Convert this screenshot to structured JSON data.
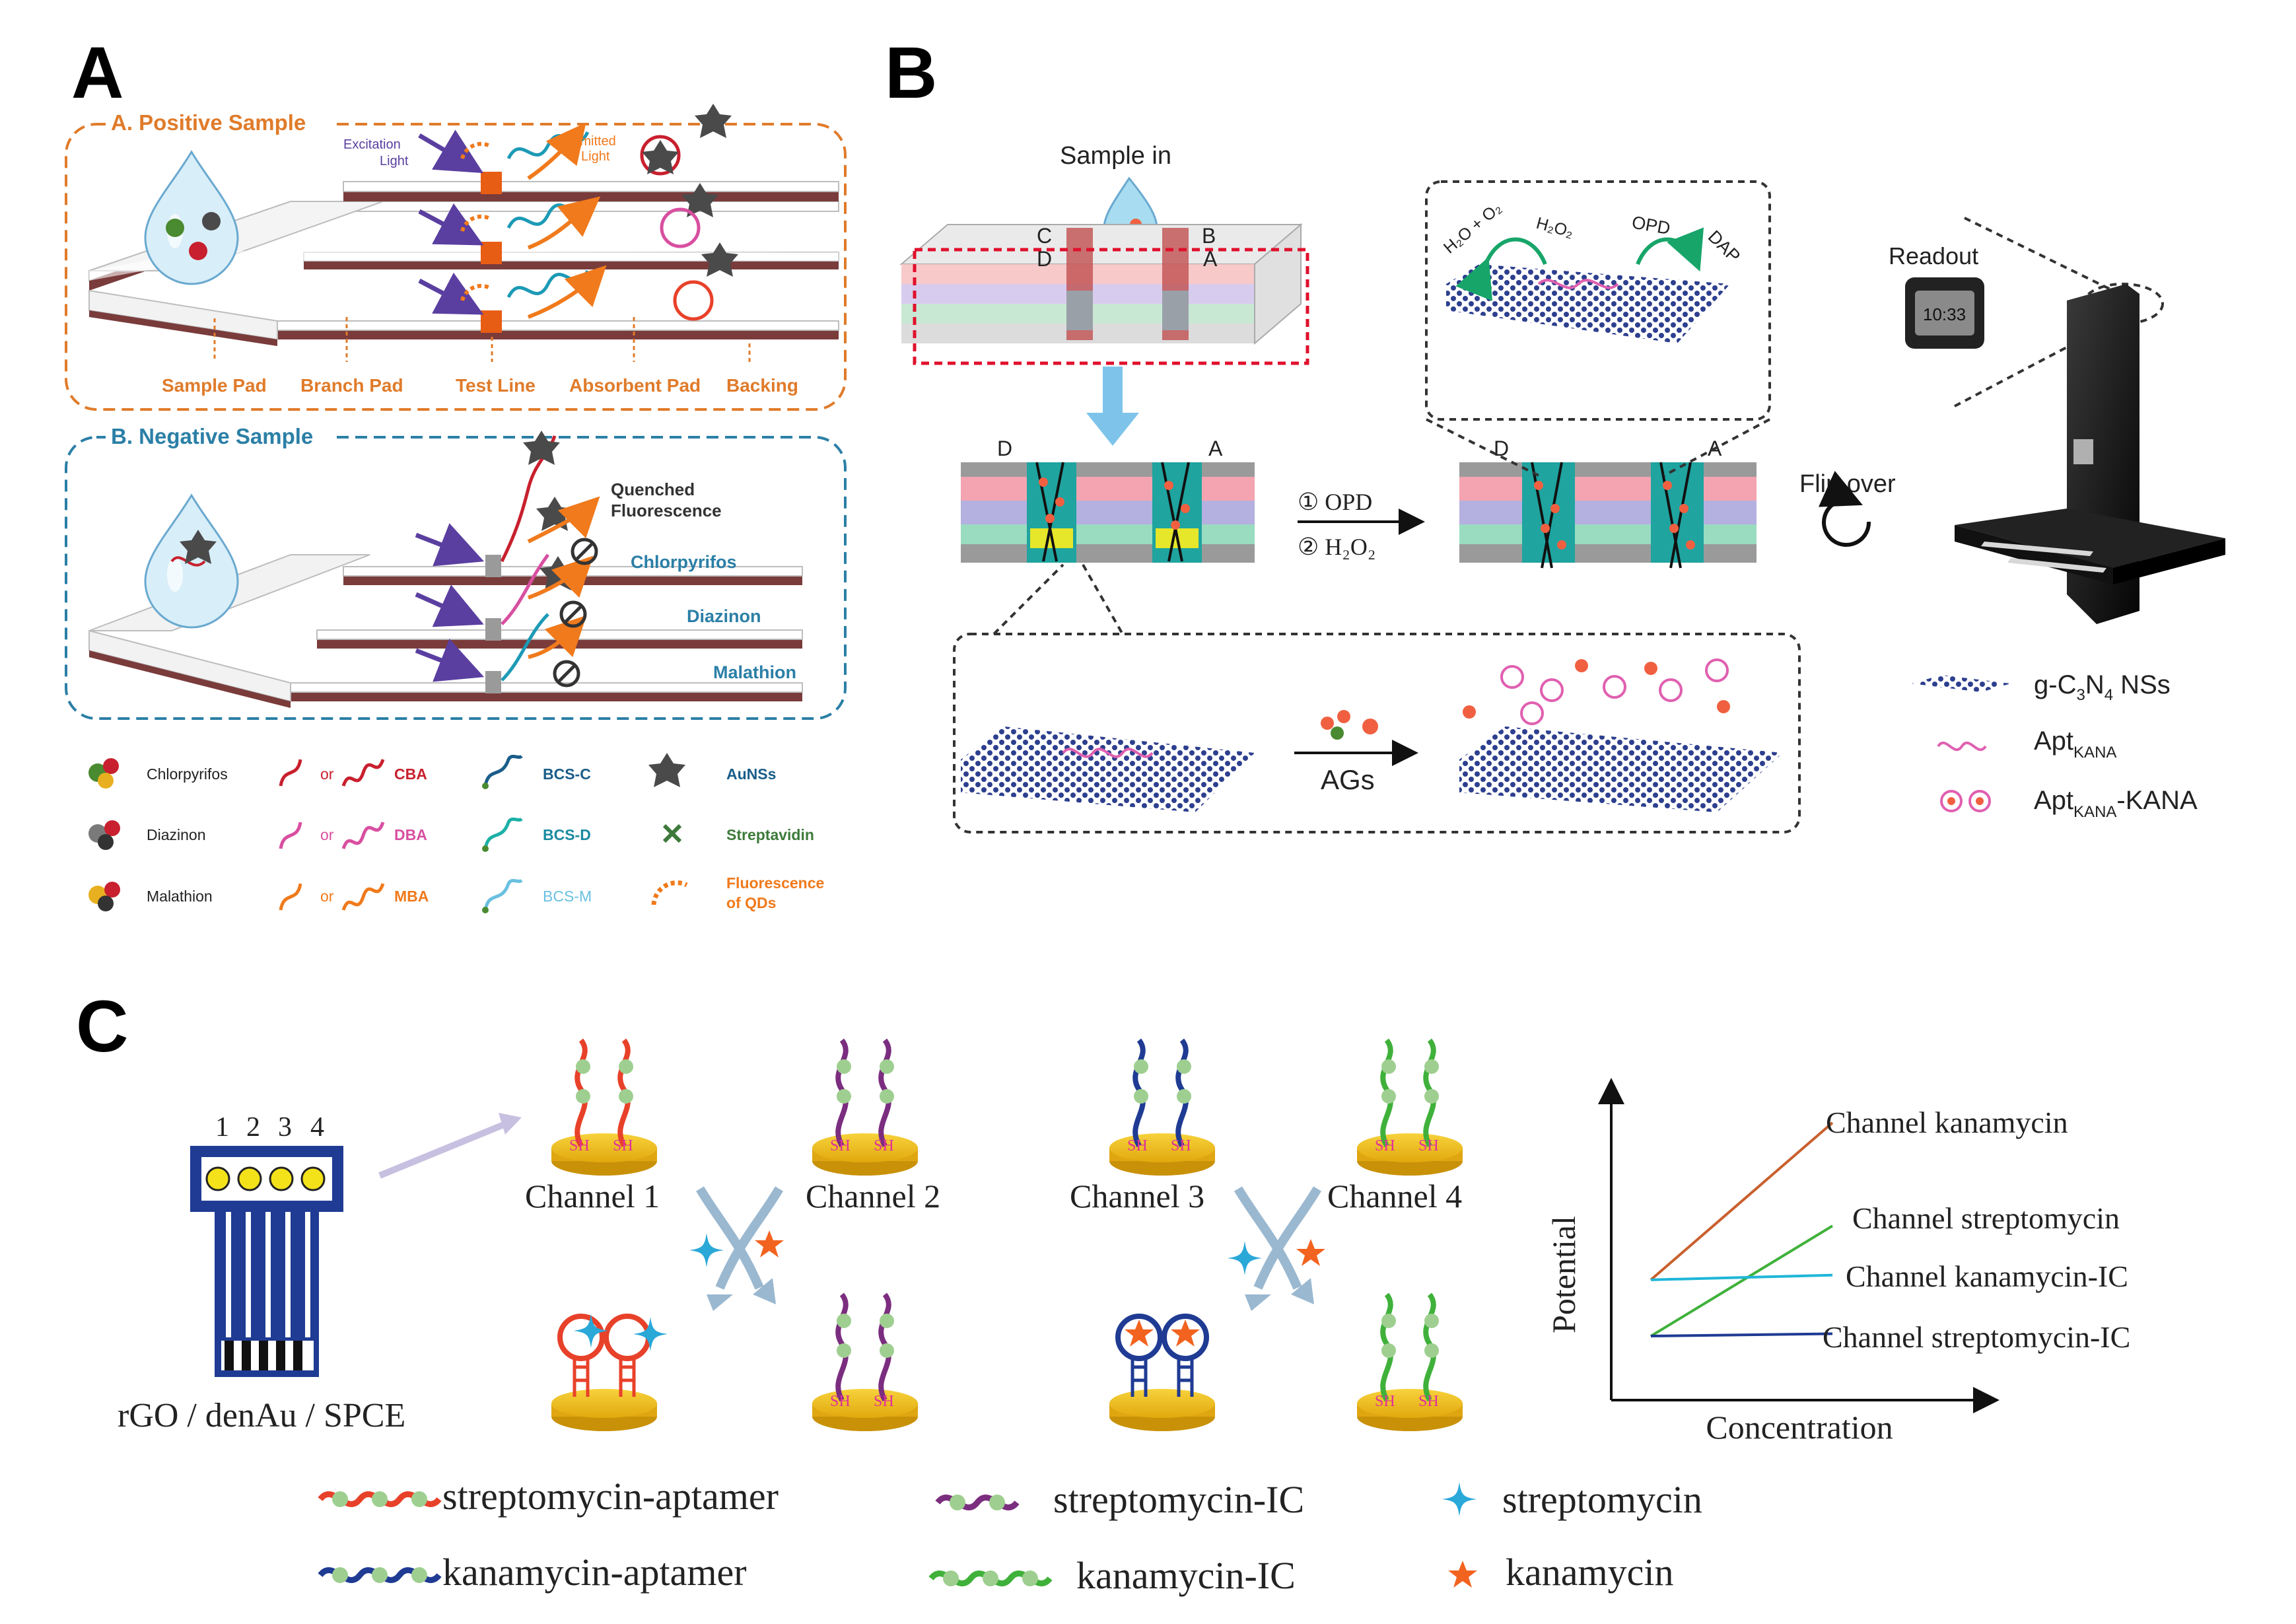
{
  "panel_letters": {
    "a": "A",
    "b": "B",
    "c": "C"
  },
  "panel_a": {
    "positive_title": "A. Positive Sample",
    "negative_title": "B. Negative Sample",
    "excitation_line1": "Excitation",
    "excitation_line2": "Light",
    "emitted_line1": "Emitted",
    "emitted_line2": "Light",
    "quenched_line1": "Quenched",
    "quenched_line2": "Fluorescence",
    "strip_labels": [
      "Sample Pad",
      "Branch Pad",
      "Test Line",
      "Absorbent Pad",
      "Backing"
    ],
    "lane_labels": [
      "Chlorpyrifos",
      "Diazinon",
      "Malathion"
    ],
    "legend": [
      {
        "label": "Chlorpyrifos"
      },
      {
        "label": "CBA",
        "or": "or"
      },
      {
        "label": "BCS-C"
      },
      {
        "label": "AuNSs"
      },
      {
        "label": "Diazinon"
      },
      {
        "label": "DBA",
        "or": "or"
      },
      {
        "label": "BCS-D"
      },
      {
        "label": "Streptavidin"
      },
      {
        "label": "Malathion"
      },
      {
        "label": "MBA",
        "or": "or"
      },
      {
        "label": "BCS-M"
      },
      {
        "label": "Fluorescence",
        "label2": "of QDs"
      }
    ],
    "colors": {
      "positive": "#e07b2a",
      "negative": "#2b7fa6",
      "strip": "#ffffff",
      "backing": "#7a3b3b"
    }
  },
  "panel_b": {
    "sample_in": "Sample in",
    "corner_letters": {
      "c": "C",
      "b": "B",
      "d": "D",
      "a": "A"
    },
    "step1": "① OPD",
    "step2": "② H₂O₂",
    "flip_over": "Flip over",
    "readout": "Readout",
    "readout_display": "10:33",
    "zoom_labels": {
      "h2o_o2": "H₂O + O₂",
      "h2o2": "H₂O₂",
      "opd": "OPD",
      "dap": "DAP"
    },
    "ags": "AGs",
    "legend": {
      "nss_main": "g-C",
      "nss_sub1": "3",
      "nss_mid": "N",
      "nss_sub2": "4",
      "nss_tail": " NSs",
      "apt_main": "Apt",
      "apt_sub": "KANA",
      "aptk_main": "Apt",
      "aptk_sub": "KANA",
      "aptk_tail": "-KANA"
    }
  },
  "panel_c": {
    "electrode_numbers": [
      "1",
      "2",
      "3",
      "4"
    ],
    "electrode_label": "rGO / denAu / SPCE",
    "channels": [
      "Channel 1",
      "Channel 2",
      "Channel 3",
      "Channel 4"
    ],
    "sh": "SH",
    "chart": {
      "ylabel": "Potential",
      "xlabel": "Concentration",
      "lines": [
        "Channel kanamycin",
        "Channel streptomycin",
        "Channel kanamycin-IC",
        "Channel streptomycin-IC"
      ]
    },
    "legend": [
      "streptomycin-aptamer",
      "streptomycin-IC",
      "streptomycin",
      "kanamycin-aptamer",
      "kanamycin-IC",
      "kanamycin"
    ],
    "colors": {
      "strep_apt": "#e8412a",
      "strep_ic": "#7b2d7f",
      "kana_apt": "#1f3b93",
      "kana_ic": "#3fb13a",
      "strep": "#2aa8d8",
      "kana": "#f2631f"
    }
  },
  "chart_data": {
    "type": "line",
    "title": "",
    "xlabel": "Concentration",
    "ylabel": "Potential",
    "x": [
      0,
      1
    ],
    "series": [
      {
        "name": "Channel kanamycin",
        "values": [
          0.33,
          1.0
        ],
        "color": "#c8602d"
      },
      {
        "name": "Channel streptomycin",
        "values": [
          0.09,
          0.56
        ],
        "color": "#3fb13a"
      },
      {
        "name": "Channel kanamycin-IC",
        "values": [
          0.33,
          0.35
        ],
        "color": "#1fb6d8"
      },
      {
        "name": "Channel streptomycin-IC",
        "values": [
          0.09,
          0.1
        ],
        "color": "#1f3b93"
      }
    ],
    "grid": false,
    "legend": "inline-right"
  }
}
